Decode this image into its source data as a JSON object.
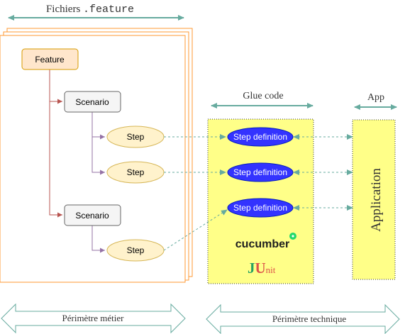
{
  "top_label": {
    "prefix": "Fichiers ",
    "code": ".feature"
  },
  "glue_code_label": "Glue code",
  "app_label": "App",
  "feature_node": "Feature",
  "scenario_nodes": [
    "Scenario",
    "Scenario"
  ],
  "step_nodes": [
    "Step",
    "Step",
    "Step"
  ],
  "step_definitions": [
    "Step definition",
    "Step definition",
    "Step definition"
  ],
  "cucumber_logo": "cucumber",
  "junit_logo": {
    "j": "J",
    "u": "U",
    "rest": "nit"
  },
  "application_label": "Application",
  "bottom_labels": {
    "left": "Périmètre métier",
    "right": "Périmètre technique"
  },
  "colors": {
    "teal": "#67ab9f",
    "feature_fill": "#ffe6cc",
    "feature_stroke": "#d79b00",
    "page_stroke": "#ff9933",
    "step_fill": "#fff2cc",
    "step_stroke": "#d6b656",
    "stepdef_fill": "#3333ff",
    "glue_fill": "#ffff88",
    "tree_red": "#b85450",
    "tree_purple": "#9673a6"
  }
}
